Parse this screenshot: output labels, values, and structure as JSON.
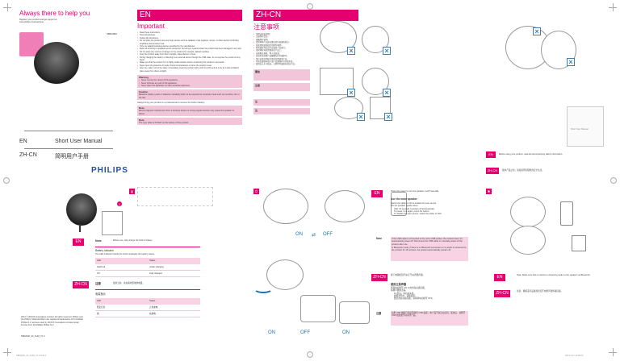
{
  "cover": {
    "tagline": "Always there to help you",
    "register": "Register your product and get support at",
    "url": "www.philips.com/welcome",
    "model": "SBD2000",
    "lang_en": "EN",
    "lang_zh": "ZH-CN",
    "title_en": "Short User Manual",
    "title_zh": "简明用户手册",
    "logo": "PHILIPS"
  },
  "en_panel": {
    "lang": "EN",
    "heading": "Important",
    "items": [
      "Read these instructions.",
      "Heed all warnings.",
      "Follow all instructions.",
      "Do not place the product near any heat sources such as radiators, heat registers, stoves, or other devices (including amplifiers) that produce heat.",
      "Only use attachments/accessories specified by the manufacturer.",
      "Refer all servicing to qualified service personnel. Servicing is required when the product has been damaged in any way.",
      "Do not place any sources of danger on the product (for example, lighted candles).",
      "Keep the product away from direct sunlight, naked flames or heat.",
      "During charging the battery or listening to an external device through the USB cable, do not expose the product to any liquid.",
      "Make sure that the product is in a highly visible location before conducting the product to any liquid.",
      "Never open the protective lid under humid circumstances or when the product is wet.",
      "After use, take it out of the water, immediately clean the product with a soft dry cloth and let it dry at a well-ventilated place away from direct sunlight."
    ],
    "warning_label": "Warning",
    "warning_items": [
      "Never remove the casing of this apparatus.",
      "Never lubricate any part of this apparatus.",
      "Never place this apparatus on other electrical equipment."
    ],
    "caution_label": "Caution",
    "caution_text": "Batteries (battery pack or batteries installed) shall not be exposed to excessive heat such as sunshine, fire or the like.",
    "bluetooth_text": "Always bring your product to a professional to remove the built-in battery.",
    "note1_label": "Note",
    "note1_text": "Electromagnetic interference from a wireless device or strong signal sources may cause the speaker to distort.",
    "note2_label": "Note",
    "note2_text": "The type plate is located on the bottom of the product."
  },
  "zh_panel": {
    "lang": "ZH-CN",
    "heading": "注意事项",
    "items": [
      "请阅读这些说明。",
      "注意所有警告。",
      "遵循所有说明。",
      "请勿将本产品放在靠近任何热源的地方。",
      "仅使用制造商指定的附件/配件。",
      "所有维修均应由专业维修人员进行。",
      "请勿将任何危险源放在产品上。",
      "远离阳光直射、明火或高温。",
      "充电时请勿将产品暴露在任何液体中。",
      "用户必须在明显可见的位置使用产品。",
      "切勿在潮湿环境下或产品潮湿时打开保护盖。",
      "使用后从水中取出，立即用干燥软布清洁产品。"
    ],
    "warning_label": "警告",
    "caution_label": "注意",
    "note1_label": "注",
    "note2_label": "注"
  },
  "right_cover": {
    "brand_text": "Short User Manual",
    "lang_en": "EN",
    "en_text": "Before using your product, read all accompanying safety information.",
    "lang_zh": "ZH-CN",
    "zh_text": "使用产品之前，请阅读所有随附的安全信息。"
  },
  "bottom_left": {
    "lang_en": "EN",
    "note_label": "Note",
    "note_text": "Before use, fully charge the built-in battery.",
    "battery_heading": "Battery indicator",
    "battery_desc": "The LED indicator beside the button indicates the battery status.",
    "table_head": [
      "LED",
      "Status"
    ],
    "table_rows": [
      [
        "Solid red",
        "Under charging"
      ],
      [
        "Off",
        "Fully charged"
      ]
    ],
    "lang_zh": "ZH-CN",
    "zh_note_label": "注意",
    "zh_note_text": "使用之前，先充满内置电池电量。",
    "zh_battery_heading": "电量指示",
    "zh_table_rows": [
      [
        "稳定红色",
        "正在充电"
      ],
      [
        "熄",
        "充满电"
      ]
    ],
    "copyright": "2014 © WOOX Innovations Limited. All rights reserved. Philips and the Philips' Shield Emblem are registered trademarks of Koninklijke Philips N.V. and are used by WOOX Innovations Limited under license from Koninklijke Philips N.V.",
    "doc_id": "SBD2000_93_SUM_V1.0",
    "on_label": "ON",
    "off_label": "OFF"
  },
  "mid_bottom": {
    "on": "ON",
    "off": "OFF",
    "on2": "ON"
  },
  "bottom_right": {
    "lang_en": "EN",
    "press_text": "Press the power to turn the speaker on/off manually.",
    "use_heading": "Use the main speaker",
    "steps": [
      "Switch the slider to ON to enable the auto sensor.",
      "Put the speaker upside down."
    ],
    "sub_steps": [
      "After 10 seconds it powers off automatically.",
      "To power it on again, press the button.",
      "To disable the auto sensor, switch the slider to OFF."
    ],
    "note_label": "Note",
    "note_text": "If the USB cable is connected to the micro USB socket, the product does not automatically power off. Disconnect the USB cable or manually power off the product after use.",
    "bt_text": "In Bluetooth mode, if there is no Bluetooth connection or no audio is streamed to the product for 15 minutes, the product automatically powers off.",
    "lang_zh": "ZH-CN",
    "zh_press": "按下电源按钮手动打开/关闭扬声器。",
    "zh_use": "使用主扬声器",
    "zh_steps": [
      "将滑块切换至 ON 以启用自动感应器。",
      "将扬声器倒过来。"
    ],
    "zh_sub": [
      "10 秒后，将自动关机。",
      "要再次开启，请按按钮。",
      "要禁用自动感应器，请将滑块切换至 OFF。"
    ],
    "zh_note_label": "注意",
    "zh_note": "如果 USB 线缆已连接至微型 USB 插座，本产品不会自动关机。使用后，请断开 USB 线缆或手动关闭产品。",
    "far_en": "EN",
    "far_note": "Note: Make sure that no device is streaming audio to the speaker via Bluetooth.",
    "far_zh": "ZH-CN",
    "far_zh_note": "注意：确保没有设备通过蓝牙向扬声器传输音频。"
  },
  "footer": {
    "left": "SBD2000_93_SUM_V1.0.indd   1",
    "right": "2014-4-11   11:08:23"
  },
  "colors": {
    "accent": "#e4006f",
    "accent_light": "#f7d3e3",
    "line_blue": "#3c7fb5"
  }
}
